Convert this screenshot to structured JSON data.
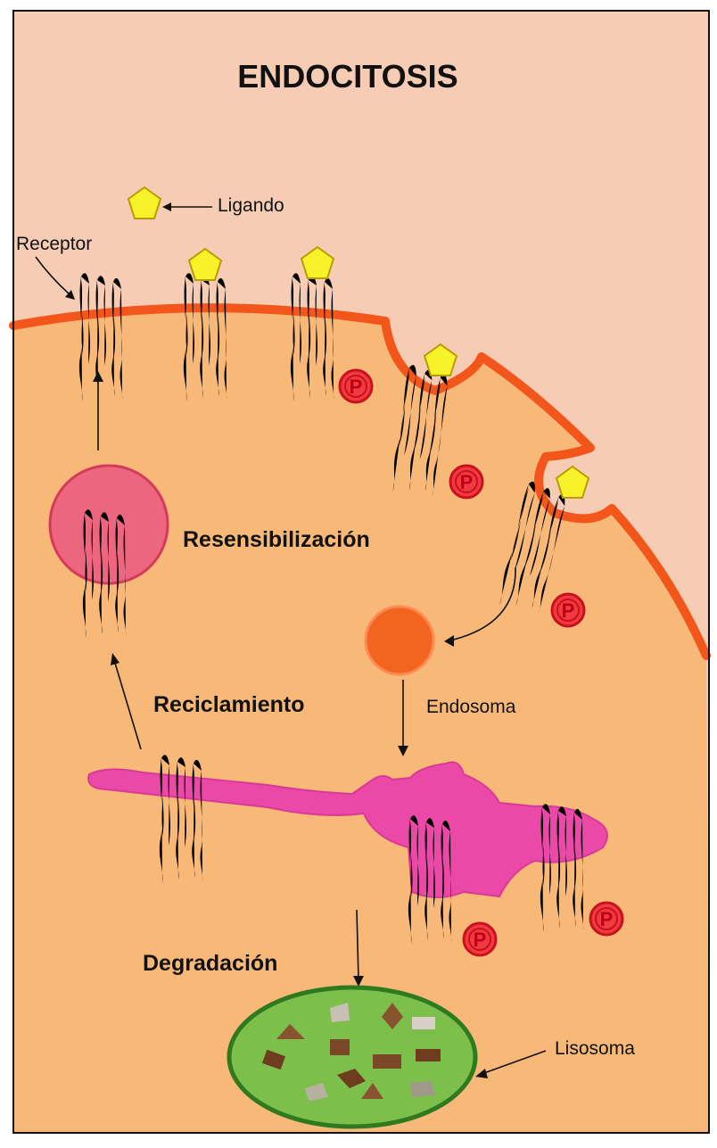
{
  "title": "ENDOCITOSIS",
  "labels": {
    "ligando": "Ligando",
    "receptor": "Receptor",
    "resensibilizacion": "Resensibilización",
    "reciclamiento": "Reciclamiento",
    "endosoma": "Endosoma",
    "degradacion": "Degradación",
    "lisosoma": "Lisosoma",
    "phospho": "P"
  },
  "colors": {
    "outside": "#f6ccb4",
    "cytoplasm": "#f8b878",
    "membrane": "#f2561b",
    "receptor": "#1f8f26",
    "ligand": "#f7f22a",
    "phospho": "#e0202c",
    "endosome": "#f2651f",
    "recycling_vesicle": "#ec6680",
    "compartment": "#ea49a8",
    "lysosome": "#7cc04b"
  }
}
